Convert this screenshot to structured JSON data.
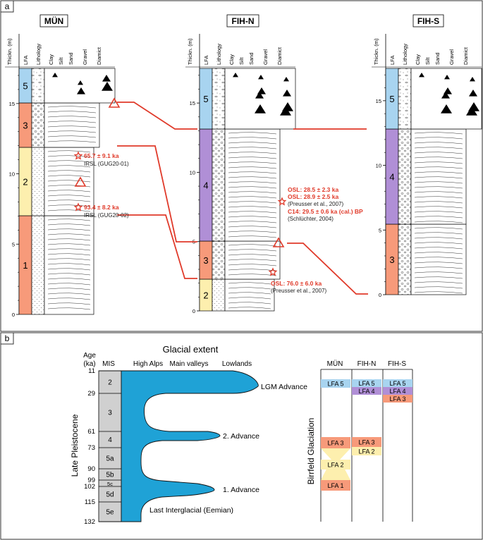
{
  "colors": {
    "lfa1": "#F79A7A",
    "lfa2": "#FDEFAE",
    "lfa3": "#F79A7A",
    "lfa4": "#B08FD6",
    "lfa5": "#A8D4F0",
    "glacier": "#1FA2D6",
    "mis": "#D0D0D0",
    "red": "#E03A2A"
  },
  "panel_a": {
    "label": "a",
    "column_headers": {
      "thickness": "Thickn. (m)",
      "lfa": "LFA",
      "lithology": "Lithology",
      "grain_clay": "Clay",
      "grain_silt": "Silt",
      "grain_sand": "Sand",
      "grain_gravel": "Gravel",
      "grain_diamict": "Diamict"
    },
    "sections": [
      {
        "title": "MÜN",
        "ticks": [
          "0",
          "5",
          "10",
          "15"
        ],
        "units": [
          {
            "label": "1",
            "color_key": "lfa1"
          },
          {
            "label": "2",
            "color_key": "lfa2"
          },
          {
            "label": "3",
            "color_key": "lfa3"
          },
          {
            "label": "5",
            "color_key": "lfa5"
          }
        ]
      },
      {
        "title": "FIH-N",
        "ticks": [
          "0",
          "5",
          "10",
          "15"
        ],
        "units": [
          {
            "label": "2",
            "color_key": "lfa2"
          },
          {
            "label": "3",
            "color_key": "lfa3"
          },
          {
            "label": "4",
            "color_key": "lfa4"
          },
          {
            "label": "5",
            "color_key": "lfa5"
          }
        ]
      },
      {
        "title": "FIH-S",
        "ticks": [
          "0",
          "5",
          "10",
          "15"
        ],
        "units": [
          {
            "label": "3",
            "color_key": "lfa3"
          },
          {
            "label": "4",
            "color_key": "lfa4"
          },
          {
            "label": "5",
            "color_key": "lfa5"
          }
        ]
      }
    ],
    "dates": {
      "mun_upper_age": "65.7 ± 9.1 ka",
      "mun_upper_method": "IRSL (GUG20-01)",
      "mun_lower_age": "93.4 ± 8.2 ka",
      "mun_lower_method": "IRSL (GUG20-02)",
      "fihn_osl1": "OSL: 28.5 ± 2.3 ka",
      "fihn_osl2": "OSL: 28.9 ± 2.5 ka",
      "fihn_osl_ref": "(Preusser et al., 2007)",
      "fihn_c14": "C14: 29.5 ± 0.6 ka (cal.) BP",
      "fihn_c14_ref": "(Schlüchter, 2004)",
      "fihn_osl3": "OSL: 76.0 ± 6.0 ka",
      "fihn_osl3_ref": "(Preusser et al., 2007)"
    }
  },
  "panel_b": {
    "label": "b",
    "headers": {
      "age": "Age",
      "age_unit": "(ka)",
      "mis": "MIS",
      "glacial_extent": "Glacial extent",
      "high_alps": "High Alps",
      "main_valleys": "Main valleys",
      "lowlands": "Lowlands",
      "mun": "MÜN",
      "fihn": "FIH-N",
      "fihs": "FIH-S"
    },
    "period": "Late Pleistocene",
    "glaciation": "Birrfeld Glaciation",
    "ages": [
      "11",
      "29",
      "61",
      "73",
      "90",
      "99",
      "102",
      "115",
      "132"
    ],
    "mis_stages": [
      "2",
      "3",
      "4",
      "5a",
      "5b",
      "5c",
      "5d",
      "5e"
    ],
    "advances": {
      "lgm": "LGM Advance",
      "second": "2. Advance",
      "first": "1. Advance",
      "interglacial": "Last Interglacial (Eemian)"
    },
    "lfa_labels": {
      "mun_5": "LFA 5",
      "mun_3": "LFA 3",
      "mun_2": "LFA 2",
      "mun_1": "LFA 1",
      "fihn_5": "LFA 5",
      "fihn_4": "LFA 4",
      "fihn_3": "LFA 3",
      "fihn_2": "LFA 2",
      "fihs_5": "LFA 5",
      "fihs_4": "LFA 4",
      "fihs_3": "LFA 3"
    }
  }
}
